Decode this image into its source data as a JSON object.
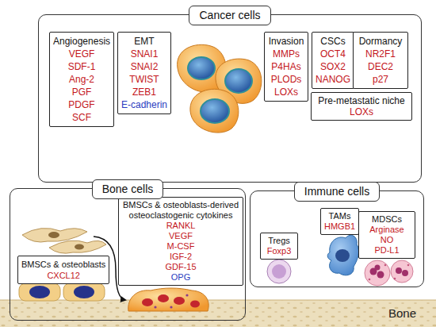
{
  "diagram": {
    "nodes": [
      {
        "text": [
          "Cancer cells"
        ]
      },
      {
        "text": [
          "Angiogenesis",
          "VEGF",
          "SDF-1",
          "Ang-2",
          "PGF",
          "PDGF",
          "SCF"
        ],
        "in": 0
      },
      {
        "text": [
          "EMT",
          "SNAI1",
          "SNAI2",
          "TWIST",
          "ZEB1",
          "E-cadherin"
        ],
        "in": 0
      },
      {
        "text": [
          "Invasion",
          "MMPs",
          "P4HAs",
          "PLODs",
          "LOXs"
        ],
        "in": 0
      },
      {
        "text": [
          "CSCs",
          "OCT4",
          "SOX2",
          "NANOG"
        ],
        "in": 0
      },
      {
        "text": [
          "Dormancy",
          "NR2F1",
          "DEC2",
          "p27"
        ],
        "in": 0
      },
      {
        "text": [
          "Pre-metastatic niche",
          "LOXs"
        ],
        "in": 0
      },
      {
        "text": [
          "Bone cells"
        ]
      },
      {
        "text": [
          "BMSCs & osteoblasts",
          "CXCL12"
        ],
        "in": 7
      },
      {
        "text": [
          "BMSCs & osteoblasts-derived osteoclastogenic cytokines",
          "RANKL",
          "VEGF",
          "M-CSF",
          "IGF-2",
          "GDF-15",
          "OPG"
        ],
        "in": 7
      },
      {
        "text": [
          "Immune cells"
        ]
      },
      {
        "text": [
          "TAMs",
          "HMGB1"
        ],
        "in": 10
      },
      {
        "text": [
          "Tregs",
          "Foxp3"
        ],
        "in": 10
      },
      {
        "text": [
          "MDSCs",
          "Arginase",
          "NO",
          "PD-L1"
        ],
        "in": 10
      }
    ],
    "labels": [
      "Bone"
    ]
  }
}
